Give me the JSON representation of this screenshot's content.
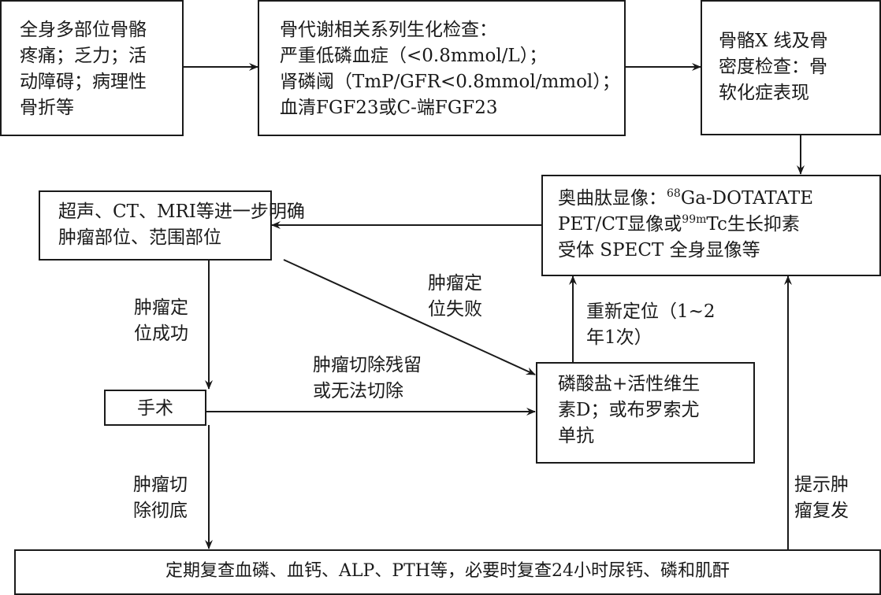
{
  "diagram": {
    "type": "flowchart",
    "nodes": {
      "symptoms": {
        "lines": [
          "全身多部位骨骼",
          "疼痛；乏力；活",
          "动障碍；病理性",
          "骨折等"
        ]
      },
      "biochem": {
        "lines": [
          "骨代谢相关系列生化检查：",
          "严重低磷血症（<0.8mmol/L）；",
          "肾磷阈（TmP/GFR<0.8mmol/mmol）；",
          "血清FGF23或C-端FGF23"
        ]
      },
      "xray": {
        "lines": [
          "骨骼X 线及骨",
          "密度检查：骨",
          "软化症表现"
        ]
      },
      "octreotide": {
        "line1_prefix": "奥曲肽显像：",
        "line1_sup": "68",
        "line1_suffix": "Ga-DOTATATE",
        "line2_prefix": "PET/CT显像或",
        "line2_sup": "99m",
        "line2_suffix": "Tc生长抑素",
        "line3": "受体 SPECT 全身显像等"
      },
      "imaging": {
        "lines": [
          "超声、CT、MRI等进一步明确",
          "肿瘤部位、范围部位"
        ]
      },
      "surgery": {
        "lines": [
          "手术"
        ]
      },
      "medication": {
        "lines": [
          "磷酸盐+活性维生",
          "素D；或布罗索尤",
          "单抗"
        ]
      },
      "followup": {
        "lines": [
          "定期复查血磷、血钙、ALP、PTH等，必要时复查24小时尿钙、磷和肌酐"
        ]
      }
    },
    "edge_labels": {
      "localization_success": [
        "肿瘤定",
        "位成功"
      ],
      "localization_failure": [
        "肿瘤定",
        "位失败"
      ],
      "relocalize": [
        "重新定位（1~2",
        "年1次）"
      ],
      "residual": [
        "肿瘤切除残留",
        "或无法切除"
      ],
      "complete_resection": [
        "肿瘤切",
        "除彻底"
      ],
      "recurrence": [
        "提示肿",
        "瘤复发"
      ]
    },
    "edges": [
      {
        "from": "symptoms",
        "to": "biochem"
      },
      {
        "from": "biochem",
        "to": "xray"
      },
      {
        "from": "xray",
        "to": "octreotide"
      },
      {
        "from": "octreotide",
        "to": "imaging"
      },
      {
        "from": "imaging",
        "to": "surgery",
        "label": "localization_success"
      },
      {
        "from": "imaging",
        "to": "medication",
        "label": "localization_failure"
      },
      {
        "from": "surgery",
        "to": "medication",
        "label": "residual"
      },
      {
        "from": "medication",
        "to": "octreotide",
        "label": "relocalize"
      },
      {
        "from": "surgery",
        "to": "followup",
        "label": "complete_resection"
      },
      {
        "from": "followup",
        "to": "octreotide",
        "label": "recurrence"
      }
    ]
  }
}
